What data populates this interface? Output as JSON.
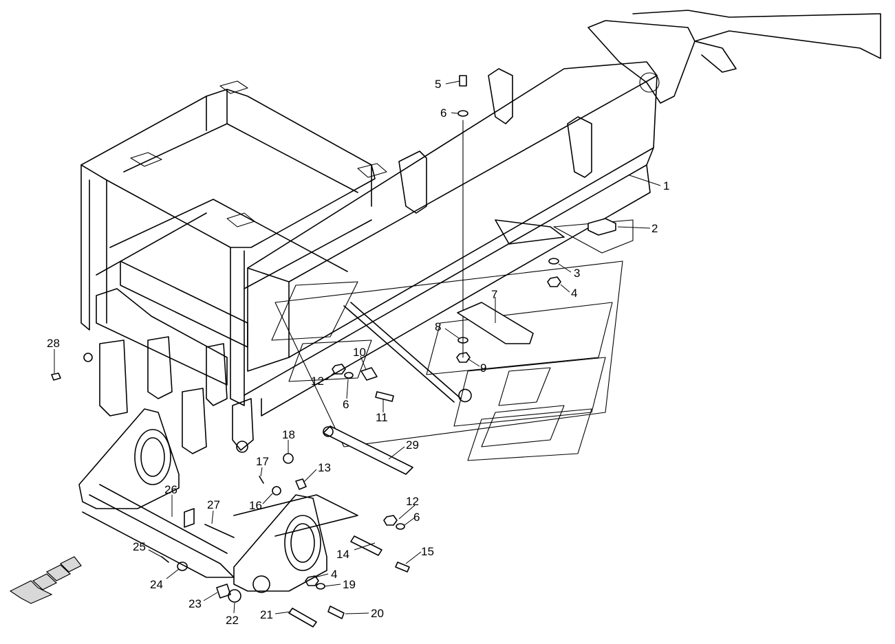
{
  "diagram": {
    "callouts": [
      "1",
      "2",
      "3",
      "4",
      "5",
      "6",
      "7",
      "8",
      "9",
      "10",
      "11",
      "12",
      "13",
      "14",
      "15",
      "16",
      "17",
      "18",
      "19",
      "20",
      "21",
      "22",
      "23",
      "24",
      "25",
      "26",
      "27",
      "28",
      "29"
    ],
    "callout_labels": {
      "c1": "1",
      "c2": "2",
      "c3": "3",
      "c4a": "4",
      "c4b": "4",
      "c5": "5",
      "c6a": "6",
      "c6b": "6",
      "c6c": "6",
      "c7": "7",
      "c8": "8",
      "c9": "9",
      "c10": "10",
      "c11": "11",
      "c12a": "12",
      "c12b": "12",
      "c13": "13",
      "c14": "14",
      "c15": "15",
      "c16": "16",
      "c17": "17",
      "c18": "18",
      "c19": "19",
      "c20": "20",
      "c21": "21",
      "c22": "22",
      "c23": "23",
      "c24": "24",
      "c25": "25",
      "c26": "26",
      "c27": "27",
      "c28": "28",
      "c29": "29"
    },
    "direction_arrow": "arrow-down-left-icon"
  }
}
